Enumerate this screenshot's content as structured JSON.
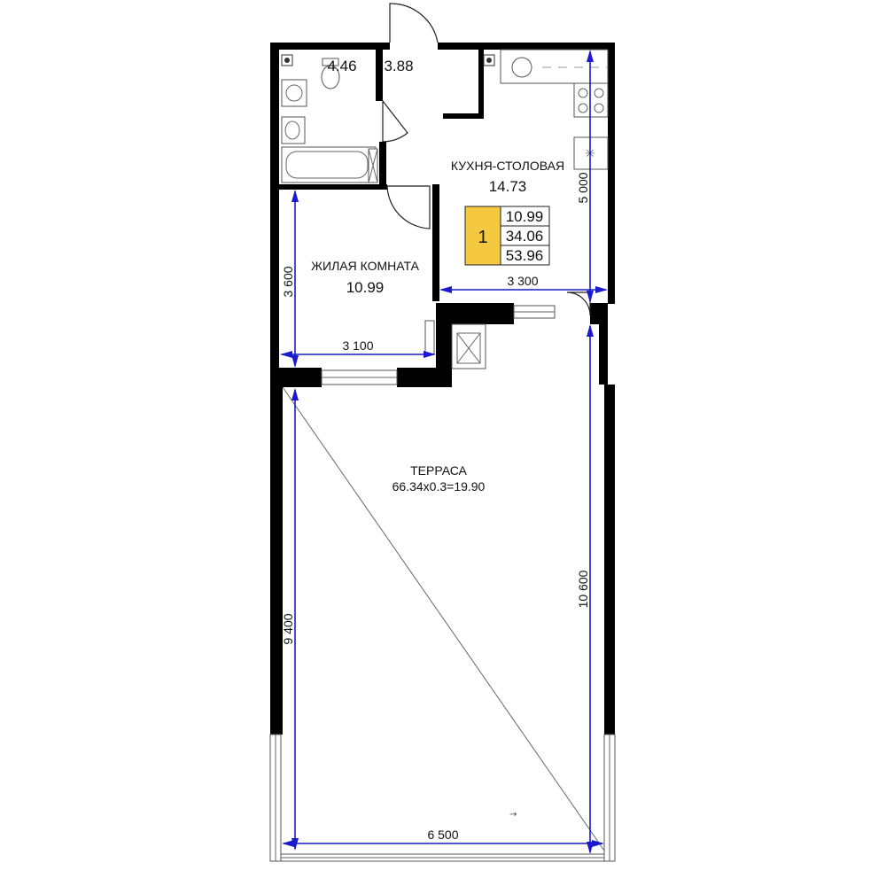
{
  "rooms": {
    "bathroom_area": "4.46",
    "hall_area": "3.88",
    "kitchen": {
      "name": "КУХНЯ-СТОЛОВАЯ",
      "area": "14.73"
    },
    "living": {
      "name": "ЖИЛАЯ КОМНАТА",
      "area": "10.99"
    },
    "terrace": {
      "name": "ТЕРРАСА",
      "formula": "66.34x0.3=19.90"
    }
  },
  "summary": {
    "room_count": "1",
    "living_area": "10.99",
    "total_area": "34.06",
    "total_with_terrace": "53.96",
    "badge_color": "#f5c842"
  },
  "dimensions": {
    "kitchen_height": "5 000",
    "kitchen_width": "3 300",
    "living_height": "3 600",
    "living_width": "3 100",
    "terrace_left_height": "9 400",
    "terrace_right_height": "10 600",
    "terrace_width": "6 500"
  },
  "colors": {
    "dimension_line": "#1a1acc",
    "wall": "#000000"
  }
}
